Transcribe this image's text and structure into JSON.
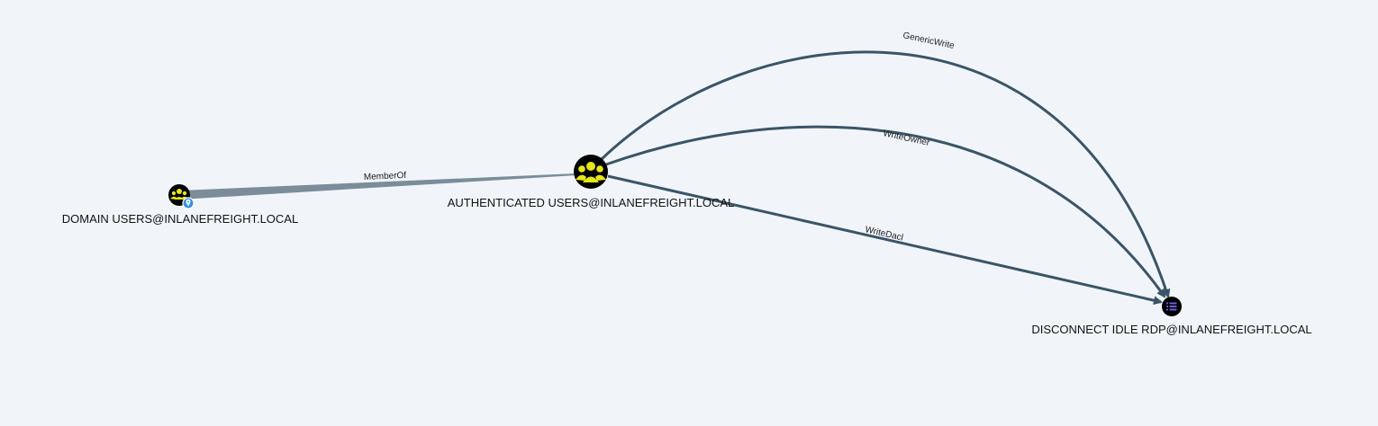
{
  "graph": {
    "nodes": {
      "domain_users": {
        "label": "DOMAIN USERS@INLANEFREIGHT.LOCAL",
        "type": "group",
        "icon": "users-icon",
        "badge_icon": "location-pin-icon"
      },
      "authenticated_users": {
        "label": "AUTHENTICATED USERS@INLANEFREIGHT.LOCAL",
        "type": "group",
        "icon": "users-icon"
      },
      "disconnect_idle_rdp": {
        "label": "DISCONNECT IDLE RDP@INLANEFREIGHT.LOCAL",
        "type": "gpo",
        "icon": "list-icon"
      }
    },
    "edges": {
      "member_of": {
        "label": "MemberOf",
        "from": "DOMAIN USERS@INLANEFREIGHT.LOCAL",
        "to": "AUTHENTICATED USERS@INLANEFREIGHT.LOCAL"
      },
      "generic_write": {
        "label": "GenericWrite",
        "from": "AUTHENTICATED USERS@INLANEFREIGHT.LOCAL",
        "to": "DISCONNECT IDLE RDP@INLANEFREIGHT.LOCAL"
      },
      "write_owner": {
        "label": "WriteOwner",
        "from": "AUTHENTICATED USERS@INLANEFREIGHT.LOCAL",
        "to": "DISCONNECT IDLE RDP@INLANEFREIGHT.LOCAL"
      },
      "write_dacl": {
        "label": "WriteDacl",
        "from": "AUTHENTICATED USERS@INLANEFREIGHT.LOCAL",
        "to": "DISCONNECT IDLE RDP@INLANEFREIGHT.LOCAL"
      }
    }
  },
  "colors": {
    "background": "#f1f5fa",
    "edge": "#3a5566",
    "member_of_edge": "#7a8d99",
    "node_fill": "#000000",
    "group_icon": "#e6e619",
    "gpo_icon": "#6b5ce6",
    "badge": "#2f8fe0"
  }
}
